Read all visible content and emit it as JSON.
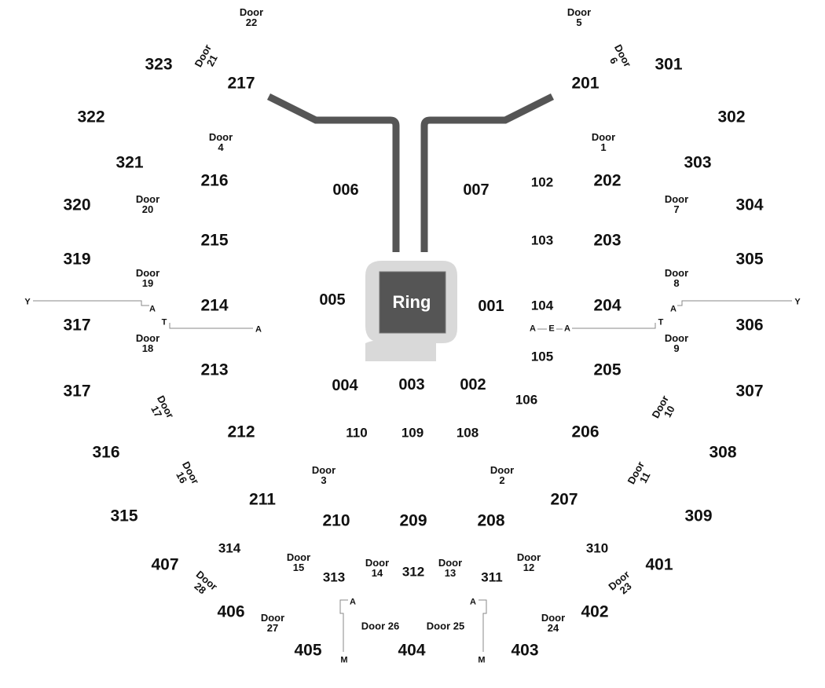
{
  "ring_label": "Ring",
  "sections": [
    {
      "id": "323",
      "label": "323"
    },
    {
      "id": "322",
      "label": "322"
    },
    {
      "id": "321",
      "label": "321"
    },
    {
      "id": "320",
      "label": "320"
    },
    {
      "id": "319",
      "label": "319"
    },
    {
      "id": "317a",
      "label": "317"
    },
    {
      "id": "317b",
      "label": "317"
    },
    {
      "id": "316",
      "label": "316"
    },
    {
      "id": "315",
      "label": "315"
    },
    {
      "id": "314",
      "label": "314"
    },
    {
      "id": "313",
      "label": "313"
    },
    {
      "id": "312",
      "label": "312"
    },
    {
      "id": "311",
      "label": "311"
    },
    {
      "id": "310",
      "label": "310"
    },
    {
      "id": "309",
      "label": "309"
    },
    {
      "id": "308",
      "label": "308"
    },
    {
      "id": "307",
      "label": "307"
    },
    {
      "id": "306",
      "label": "306"
    },
    {
      "id": "305",
      "label": "305"
    },
    {
      "id": "304",
      "label": "304"
    },
    {
      "id": "303",
      "label": "303"
    },
    {
      "id": "302",
      "label": "302"
    },
    {
      "id": "301",
      "label": "301"
    },
    {
      "id": "217",
      "label": "217"
    },
    {
      "id": "216",
      "label": "216"
    },
    {
      "id": "215",
      "label": "215"
    },
    {
      "id": "214",
      "label": "214"
    },
    {
      "id": "213",
      "label": "213"
    },
    {
      "id": "212",
      "label": "212"
    },
    {
      "id": "211",
      "label": "211"
    },
    {
      "id": "210",
      "label": "210"
    },
    {
      "id": "209",
      "label": "209"
    },
    {
      "id": "208",
      "label": "208"
    },
    {
      "id": "207",
      "label": "207"
    },
    {
      "id": "206",
      "label": "206"
    },
    {
      "id": "205",
      "label": "205"
    },
    {
      "id": "204",
      "label": "204"
    },
    {
      "id": "203",
      "label": "203"
    },
    {
      "id": "202",
      "label": "202"
    },
    {
      "id": "201",
      "label": "201"
    },
    {
      "id": "102",
      "label": "102"
    },
    {
      "id": "103",
      "label": "103"
    },
    {
      "id": "104",
      "label": "104"
    },
    {
      "id": "105",
      "label": "105"
    },
    {
      "id": "106",
      "label": "106"
    },
    {
      "id": "108",
      "label": "108"
    },
    {
      "id": "109",
      "label": "109"
    },
    {
      "id": "110",
      "label": "110"
    },
    {
      "id": "001",
      "label": "001"
    },
    {
      "id": "002",
      "label": "002"
    },
    {
      "id": "003",
      "label": "003"
    },
    {
      "id": "004",
      "label": "004"
    },
    {
      "id": "005",
      "label": "005"
    },
    {
      "id": "006",
      "label": "006"
    },
    {
      "id": "007",
      "label": "007"
    },
    {
      "id": "407",
      "label": "407"
    },
    {
      "id": "406",
      "label": "406"
    },
    {
      "id": "405",
      "label": "405"
    },
    {
      "id": "404",
      "label": "404"
    },
    {
      "id": "403",
      "label": "403"
    },
    {
      "id": "402",
      "label": "402"
    },
    {
      "id": "401",
      "label": "401"
    }
  ],
  "doors": [
    {
      "id": "22",
      "lines": [
        "Door",
        "22"
      ]
    },
    {
      "id": "5",
      "lines": [
        "Door",
        "5"
      ]
    },
    {
      "id": "21",
      "lines": [
        "Door",
        "21"
      ]
    },
    {
      "id": "6",
      "lines": [
        "Door",
        "6"
      ]
    },
    {
      "id": "4",
      "lines": [
        "Door",
        "4"
      ]
    },
    {
      "id": "1",
      "lines": [
        "Door",
        "1"
      ]
    },
    {
      "id": "20",
      "lines": [
        "Door",
        "20"
      ]
    },
    {
      "id": "7",
      "lines": [
        "Door",
        "7"
      ]
    },
    {
      "id": "19",
      "lines": [
        "Door",
        "19"
      ]
    },
    {
      "id": "8",
      "lines": [
        "Door",
        "8"
      ]
    },
    {
      "id": "18",
      "lines": [
        "Door",
        "18"
      ]
    },
    {
      "id": "9",
      "lines": [
        "Door",
        "9"
      ]
    },
    {
      "id": "17",
      "lines": [
        "Door",
        "17"
      ]
    },
    {
      "id": "10",
      "lines": [
        "Door",
        "10"
      ]
    },
    {
      "id": "3",
      "lines": [
        "Door",
        "3"
      ]
    },
    {
      "id": "2",
      "lines": [
        "Door",
        "2"
      ]
    },
    {
      "id": "16",
      "lines": [
        "Door",
        "16"
      ]
    },
    {
      "id": "11",
      "lines": [
        "Door",
        "11"
      ]
    },
    {
      "id": "15",
      "lines": [
        "Door",
        "15"
      ]
    },
    {
      "id": "14",
      "lines": [
        "Door",
        "14"
      ]
    },
    {
      "id": "13",
      "lines": [
        "Door",
        "13"
      ]
    },
    {
      "id": "12",
      "lines": [
        "Door",
        "12"
      ]
    },
    {
      "id": "28",
      "lines": [
        "Door",
        "28"
      ]
    },
    {
      "id": "23",
      "lines": [
        "Door",
        "23"
      ]
    },
    {
      "id": "27",
      "lines": [
        "Door",
        "27"
      ]
    },
    {
      "id": "24",
      "lines": [
        "Door",
        "24"
      ]
    },
    {
      "id": "26",
      "lines": [
        "Door 26"
      ]
    },
    {
      "id": "25",
      "lines": [
        "Door 25"
      ]
    }
  ],
  "markers": [
    {
      "id": "y-left",
      "text": "Y"
    },
    {
      "id": "a-left-upper",
      "text": "A"
    },
    {
      "id": "t-left",
      "text": "T"
    },
    {
      "id": "a-left-lower",
      "text": "A"
    },
    {
      "id": "y-right",
      "text": "Y"
    },
    {
      "id": "a-right-upper",
      "text": "A"
    },
    {
      "id": "t-right",
      "text": "T"
    },
    {
      "id": "a-e-left",
      "text": "A"
    },
    {
      "id": "e-center",
      "text": "E"
    },
    {
      "id": "a-e-right",
      "text": "A"
    },
    {
      "id": "a-bottom-left",
      "text": "A"
    },
    {
      "id": "m-bottom-left",
      "text": "M"
    },
    {
      "id": "a-bottom-right",
      "text": "A"
    },
    {
      "id": "m-bottom-right",
      "text": "M"
    }
  ],
  "colors": {
    "ring": "#555555",
    "ring_apron": "#d9d9d9",
    "ramps": "#555555",
    "lines": "#888888"
  }
}
